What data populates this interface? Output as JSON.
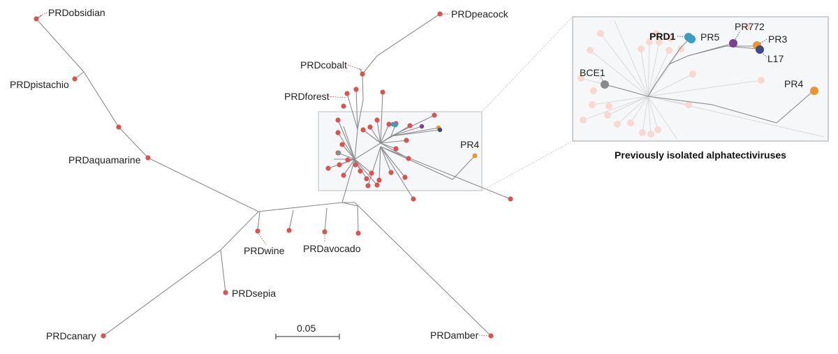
{
  "labels": {
    "obsidian": "PRDobsidian",
    "peacock": "PRDpeacock",
    "pistachio": "PRDpistachio",
    "cobalt": "PRDcobalt",
    "forest": "PRDforest",
    "aquamarine": "PRDaquamarine",
    "wine": "PRDwine",
    "avocado": "PRDavocado",
    "sepia": "PRDsepia",
    "canary": "PRDcanary",
    "amber": "PRDamber",
    "pr4_main": "PR4"
  },
  "inset": {
    "caption": "Previously isolated alphatectiviruses",
    "labels": {
      "prd1": "PRD1",
      "pr5": "PR5",
      "pr772": "PR772",
      "pr3": "PR3",
      "l17": "L17",
      "bce1": "BCE1",
      "pr4": "PR4"
    }
  },
  "scale": {
    "label": "0.05"
  },
  "colors": {
    "new_isolate": "#d9534f",
    "prd1": "#3a9dc4",
    "pr772": "#7b3f98",
    "pr3": "#e8962e",
    "l17": "#3b4a8c",
    "bce1": "#8a8a8a",
    "pr4": "#e8962e",
    "faded": "#f7d9d2"
  }
}
